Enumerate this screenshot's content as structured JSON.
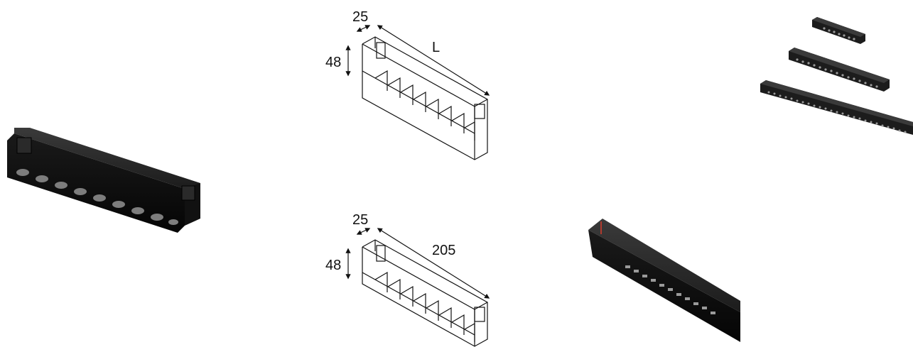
{
  "colors": {
    "background": "#ffffff",
    "fixture_body": "#1a1a1a",
    "fixture_top": "#2e2e2e",
    "fixture_side": "#0d0d0d",
    "led_lens": "#8c8c8c",
    "line_art": "#111111"
  },
  "icons": [
    "fixture-photo-icon",
    "drawing-icon",
    "arrow-icon"
  ],
  "drawing_top": {
    "width_label": "25",
    "height_label": "48",
    "length_label": "L"
  },
  "drawing_bottom": {
    "width_label": "25",
    "height_label": "48",
    "length_label": "205"
  }
}
